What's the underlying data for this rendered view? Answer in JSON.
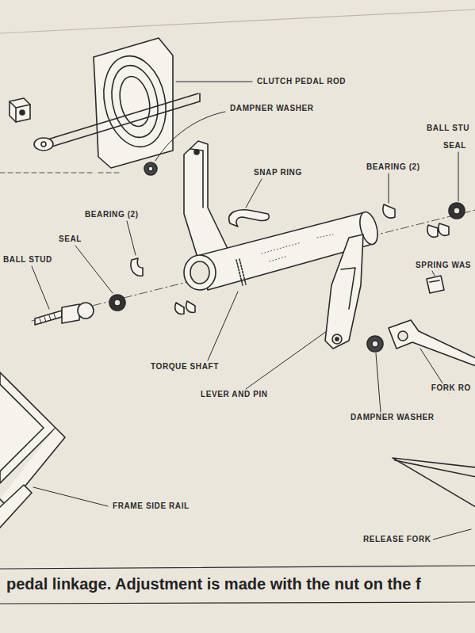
{
  "diagram": {
    "caption": "pedal linkage. Adjustment is made with the nut on the f",
    "labels": [
      "CLUTCH PEDAL ROD",
      "DAMPNER WASHER",
      "BALL STU",
      "SEAL",
      "SNAP RING",
      "BEARING (2)",
      "BEARING (2)",
      "SEAL",
      "BALL STUD",
      "SPRING WAS",
      "TORQUE SHAFT",
      "LEVER AND PIN",
      "DAMPNER WASHER",
      "FORK RO",
      "FRAME SIDE RAIL",
      "RELEASE FORK"
    ]
  }
}
